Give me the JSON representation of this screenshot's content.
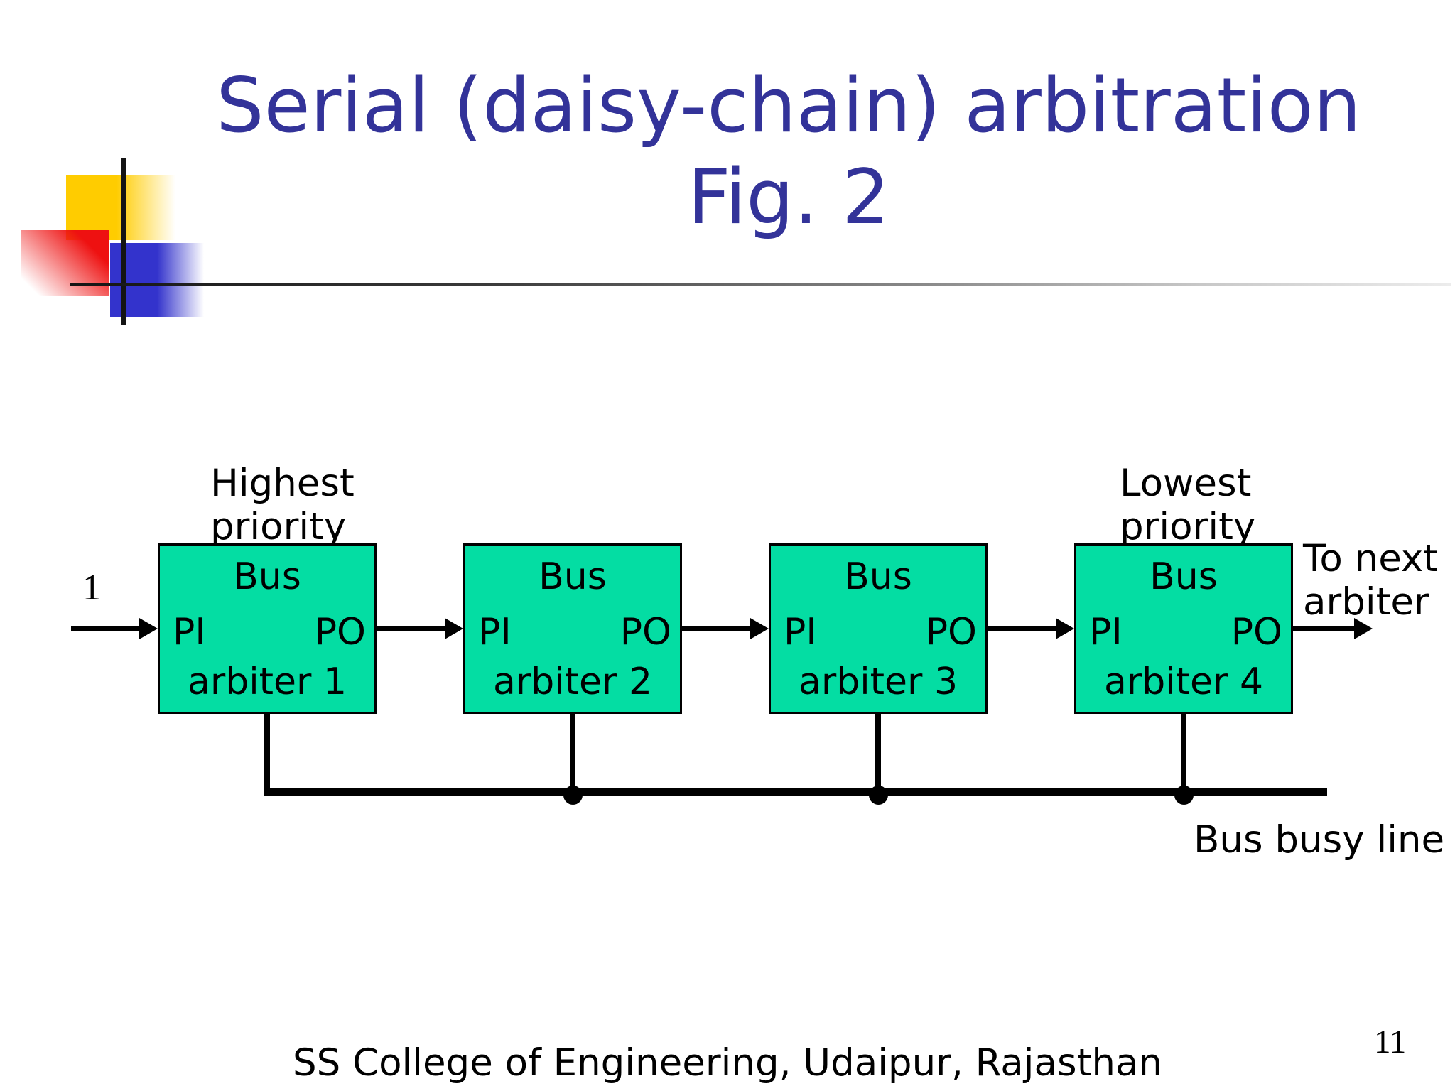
{
  "slide": {
    "title_line1": "Serial (daisy-chain) arbitration",
    "title_line2": "Fig. 2",
    "footer": "SS College of Engineering, Udaipur, Rajasthan",
    "page_number": "11"
  },
  "diagram": {
    "input_signal": "1",
    "highest_priority_line1": "Highest",
    "highest_priority_line2": "priority",
    "lowest_priority_line1": "Lowest",
    "lowest_priority_line2": "priority",
    "to_next_line1": "To next",
    "to_next_line2": "arbiter",
    "bus_busy_label": "Bus busy line",
    "arbiters": [
      {
        "device": "Bus",
        "pi": "PI",
        "po": "PO",
        "name": "arbiter 1"
      },
      {
        "device": "Bus",
        "pi": "PI",
        "po": "PO",
        "name": "arbiter 2"
      },
      {
        "device": "Bus",
        "pi": "PI",
        "po": "PO",
        "name": "arbiter 3"
      },
      {
        "device": "Bus",
        "pi": "PI",
        "po": "PO",
        "name": "arbiter 4"
      }
    ]
  },
  "colors": {
    "title_text": "#333399",
    "box_fill": "#04dda3",
    "line_black": "#000000",
    "accent_yellow": "#ffcc00",
    "accent_red": "#ee1111",
    "accent_blue": "#3333cc"
  }
}
